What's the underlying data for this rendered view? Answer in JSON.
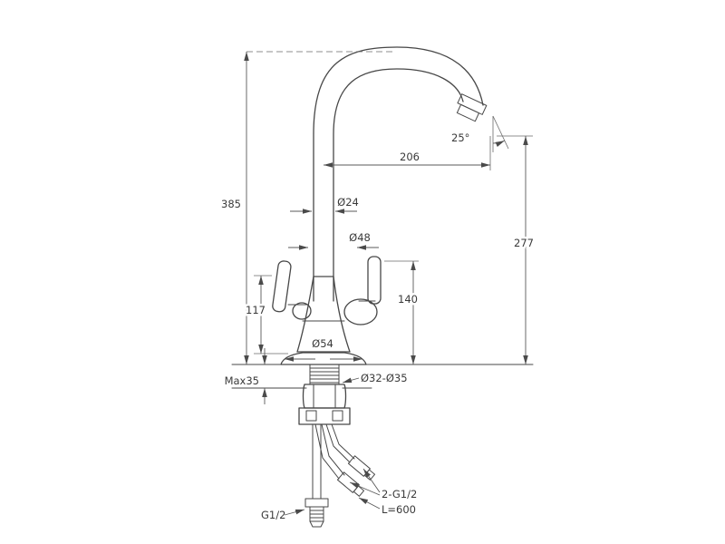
{
  "drawing": {
    "type": "technical-drawing",
    "subject": "kitchen-faucet-dimension-diagram",
    "labels": {
      "angle": "25°",
      "spout_reach": "206",
      "total_height": "385",
      "spout_height": "277",
      "pipe_diameter": "Ø24",
      "upper_body_diameter": "Ø48",
      "right_handle_height": "140",
      "left_handle_height": "117",
      "base_diameter": "Ø54",
      "max_counter_thickness": "Max35",
      "hole_diameter": "Ø32-Ø35",
      "hose_threads": "2-G1/2",
      "hose_length": "L=600",
      "inlet_thread": "G1/2"
    },
    "colors": {
      "background": "#ffffff",
      "object_line": "#474747",
      "dimension_line": "#5a5a5a",
      "text": "#3a3a3a"
    }
  }
}
